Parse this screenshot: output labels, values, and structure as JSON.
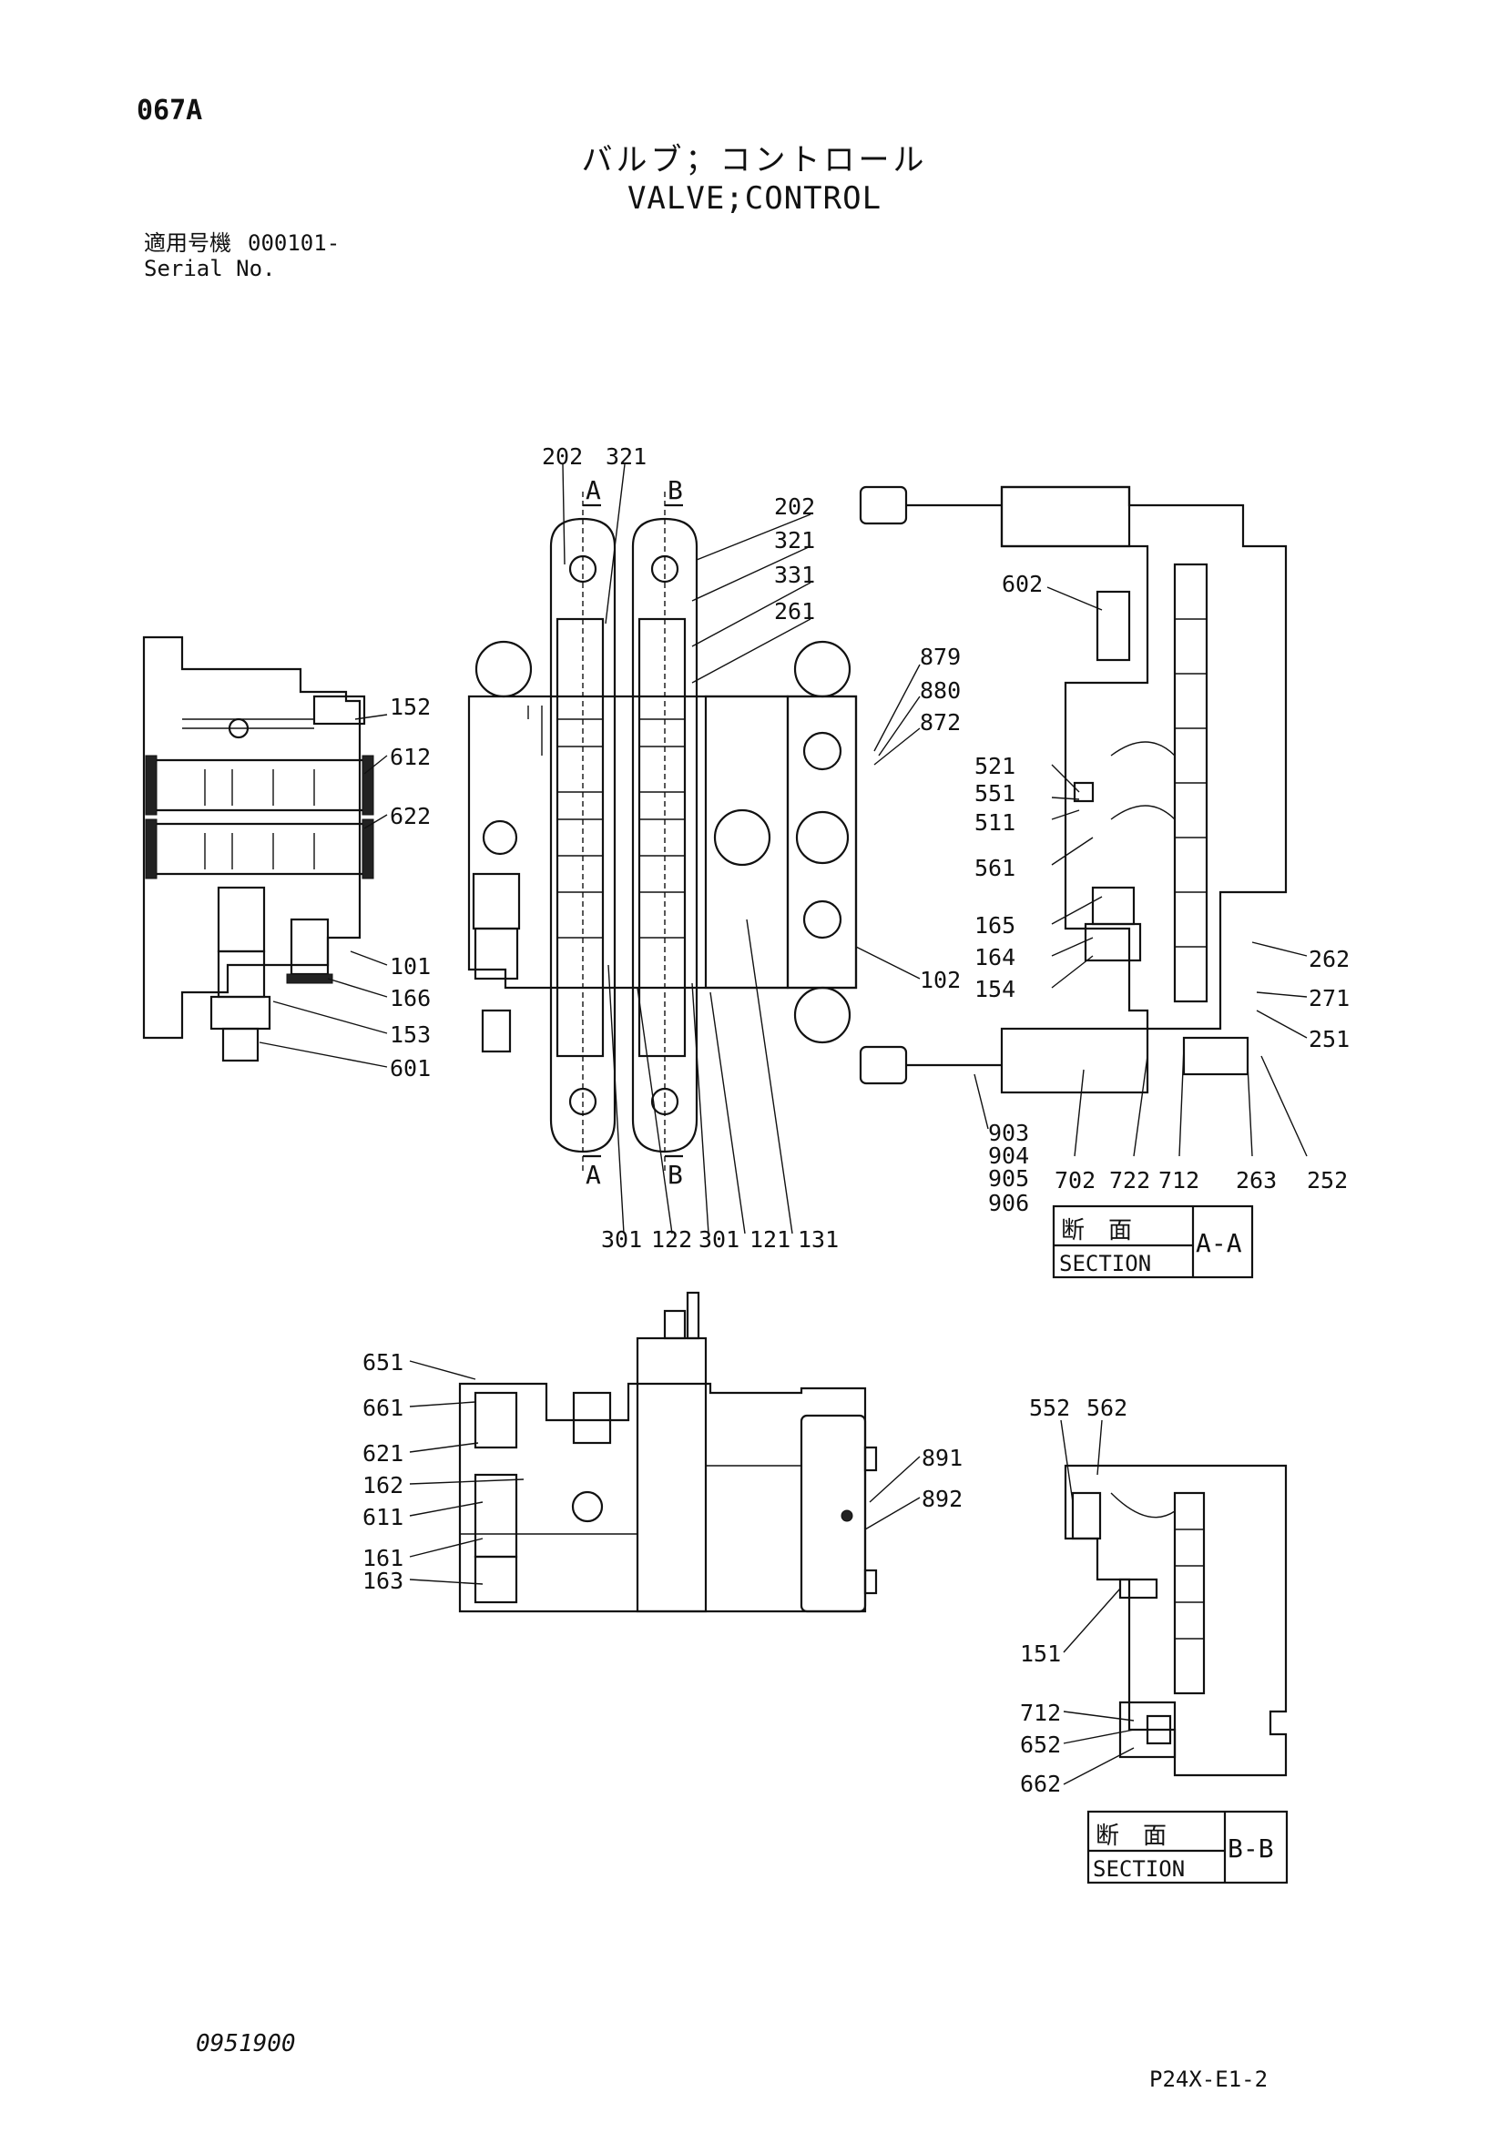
{
  "header": {
    "page_code": "067A",
    "title_jp": "バルブ；コントロール",
    "title_en": "VALVE;CONTROL",
    "serial_label_jp": "適用号機",
    "serial_value": "000101-",
    "serial_label_en": "Serial No."
  },
  "footer": {
    "doc_number": "0951900",
    "page_ref": "P24X-E1-2"
  },
  "sections": {
    "aa": {
      "label_jp": "断　面",
      "label_en": "SECTION",
      "id": "A-A"
    },
    "bb": {
      "label_jp": "断　面",
      "label_en": "SECTION",
      "id": "B-B"
    }
  },
  "section_markers": {
    "a_top": "A",
    "b_top": "B",
    "a_bottom": "A",
    "b_bottom": "B"
  },
  "callouts": {
    "c202a": "202",
    "c321a": "321",
    "c202b": "202",
    "c321b": "321",
    "c331": "331",
    "c261": "261",
    "c879": "879",
    "c880": "880",
    "c872": "872",
    "c152": "152",
    "c612": "612",
    "c622": "622",
    "c101": "101",
    "c166": "166",
    "c153": "153",
    "c601": "601",
    "c102": "102",
    "c301a": "301",
    "c122": "122",
    "c301b": "301",
    "c121": "121",
    "c131": "131",
    "c602": "602",
    "c521": "521",
    "c551": "551",
    "c511": "511",
    "c561": "561",
    "c165": "165",
    "c164": "164",
    "c154": "154",
    "c262": "262",
    "c271": "271",
    "c251": "251",
    "c903": "903",
    "c904": "904",
    "c905": "905",
    "c906": "906",
    "c702": "702",
    "c722": "722",
    "c712a": "712",
    "c263": "263",
    "c252": "252",
    "c651": "651",
    "c661": "661",
    "c621": "621",
    "c162": "162",
    "c611": "611",
    "c161": "161",
    "c163": "163",
    "c891": "891",
    "c892": "892",
    "c552": "552",
    "c562": "562",
    "c151": "151",
    "c712b": "712",
    "c652": "652",
    "c662": "662"
  }
}
